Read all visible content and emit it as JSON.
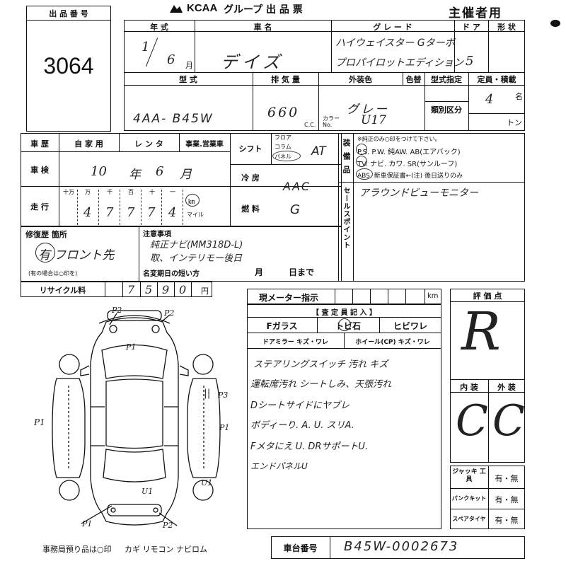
{
  "header": {
    "brand": "KCAA",
    "title": "グループ 出 品 票",
    "organizer": "主催者用",
    "lot_label": "出 品 番 号",
    "lot_number": "3064"
  },
  "row1": {
    "year_label": "年 式",
    "car_name_label": "車 名",
    "grade_label": "グ レ ー ド",
    "doors_label": "ド ア",
    "shape_label": "形 状",
    "year_value": "1",
    "month_value": "6",
    "month_unit": "月",
    "car_name_value": "デイズ",
    "grade_line1": "ハイウェイスター Gターボ",
    "grade_line2": "プロパイロットエディション",
    "doors_value": "5"
  },
  "row2": {
    "model_label": "型 式",
    "displacement_label": "排 気 量",
    "exterior_label": "外装色",
    "color_change_label": "色替",
    "model_designation_label": "型式指定",
    "capacity_label": "定員・積載",
    "class_label": "類別区分",
    "model_value": "4AA- B45W",
    "displacement_value": "660",
    "cc_unit": "C.C.",
    "color_value": "グレー",
    "color_no_label": "カラー No.",
    "color_no_value": "U17",
    "capacity_value": "4",
    "capacity_unit": "名",
    "ton_unit": "トン"
  },
  "history": {
    "history_label": "車 歴",
    "private_label": "自 家 用",
    "rental_label": "レ ン タ",
    "business_label": "事業.営業車",
    "shift_label": "シフト",
    "floor_label": "フロア",
    "column_label": "コラム",
    "panel_label": "パネル",
    "shift_value": "AT",
    "inspection_label": "車 検",
    "inspection_year": "10",
    "year_unit": "年",
    "inspection_month": "6",
    "month_unit": "月",
    "ac_label": "冷 房",
    "ac_value": "AAC",
    "mileage_label": "走 行",
    "digit_units": [
      "十万",
      "万",
      "千",
      "百",
      "十",
      "一"
    ],
    "mileage_digits": [
      "",
      "4",
      "7",
      "7",
      "7",
      "4"
    ],
    "km_label": "㎞",
    "mile_label": "マイル",
    "fuel_label": "燃 料",
    "fuel_value": "G"
  },
  "equipment": {
    "label": "装 備 品",
    "note": "※純正のみ○印をつけて下さい。",
    "line1": "P.S. P.W. 純AW. AB(エアバック)",
    "line2": "TV. ナビ. カワ. SR(サンルーフ)",
    "line3": "ABS. 新車保証書←(注) 後日送りのみ",
    "sales_point_label": "セールスポイント",
    "sales_point_value": "アラウンドビューモニター"
  },
  "repair": {
    "label": "修復歴 箇所",
    "value": "有 フロント先",
    "note": "(有の場合は○印を)",
    "notice_label": "注意事項",
    "notice_line1": "純正ナビ(MM318D-L)",
    "notice_line2": "取、インテリモー後日",
    "expiry_label": "名変期日の短い方",
    "expiry_month": "月",
    "expiry_day": "日まで"
  },
  "recycle": {
    "label": "リサイクル料",
    "digits": [
      "",
      "",
      "7",
      "5",
      "9",
      "0"
    ],
    "yen": "円"
  },
  "meter": {
    "label": "現メーター指示",
    "unit": "km"
  },
  "inspector": {
    "header": "【 査 定 員 記 入 】",
    "windshield_label": "Fガラス",
    "chip_label": "トビ石",
    "crack_label": "ヒビワレ",
    "door_mirror_label": "ドアミラー キズ・ワレ",
    "wheel_label": "ホイール(CP) キズ・ワレ",
    "notes": [
      "ステアリングスイッチ 汚れ キズ",
      "運転席汚れ シートしみ、天張汚れ",
      "Dシートサイドにヤブレ",
      "ボディーり. A. U. スリA.",
      "Fメタにえ U. DRサポートU.",
      "エンドパネルU"
    ]
  },
  "score": {
    "label": "評 価 点",
    "value": "R",
    "interior_label": "内 装",
    "exterior_label": "外 装",
    "interior_value": "C",
    "exterior_value": "C"
  },
  "tools": {
    "jack_label": "ジャッキ 工 具",
    "puncture_label": "パンクキット",
    "spare_label": "スペアタイヤ",
    "choice": "有・無"
  },
  "footer": {
    "office_note": "事務局預り品は○印",
    "items": "カギ リモコン ナビロム",
    "chassis_label": "車台番号",
    "chassis_value": "B45W-0002673"
  },
  "diagram_marks": {
    "p2_a": "P2",
    "p2_b": "P2",
    "p1_roof": "P1",
    "p1_left": "P1",
    "p1_right": "P1",
    "p3": "P3",
    "u1_center": "U1",
    "u1_right": "U1",
    "p1_bottom": "P1",
    "p2_bottom": "P2",
    "double_bar": "||"
  }
}
